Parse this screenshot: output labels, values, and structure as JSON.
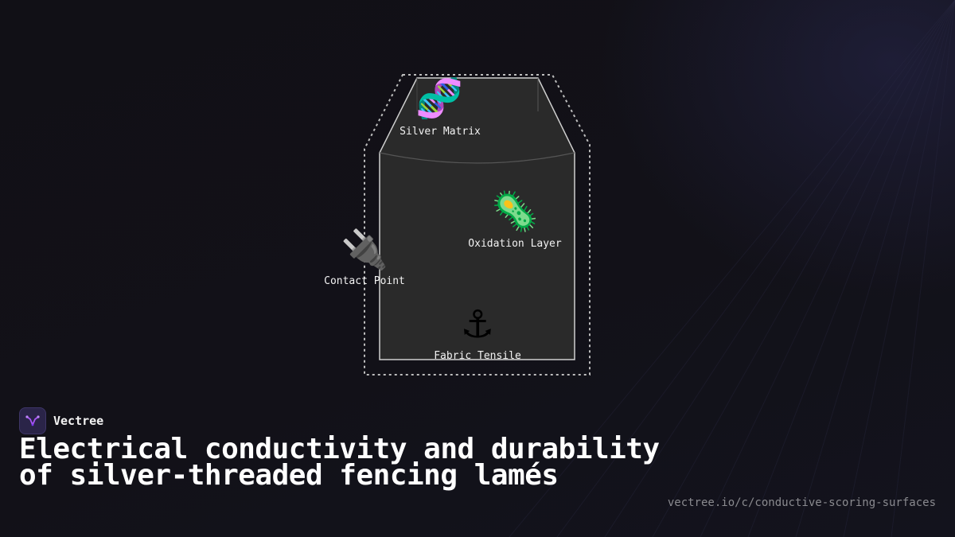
{
  "diagram": {
    "nodes": [
      {
        "id": "silver-matrix",
        "icon": "dna-icon",
        "glyph": "🧬",
        "label": "Silver Matrix"
      },
      {
        "id": "oxidation-layer",
        "icon": "microbe-icon",
        "glyph": "🦠",
        "label": "Oxidation Layer"
      },
      {
        "id": "contact-point",
        "icon": "plug-icon",
        "glyph": "🔌",
        "label": "Contact Point"
      },
      {
        "id": "fabric-tensile",
        "icon": "anchor-icon",
        "glyph": "⚓",
        "label": "Fabric Tensile"
      }
    ]
  },
  "footer": {
    "brand_name": "Vectree",
    "title": "Electrical conductivity and durability of silver-threaded fencing lamés",
    "url": "vectree.io/c/conductive-scoring-surfaces"
  },
  "colors": {
    "background": "#111016",
    "shape_fill": "#2a2a2a",
    "shape_stroke": "#cfcfcf",
    "outline_dash": "#bdbdbd",
    "brand_accent": "#a855f7"
  }
}
